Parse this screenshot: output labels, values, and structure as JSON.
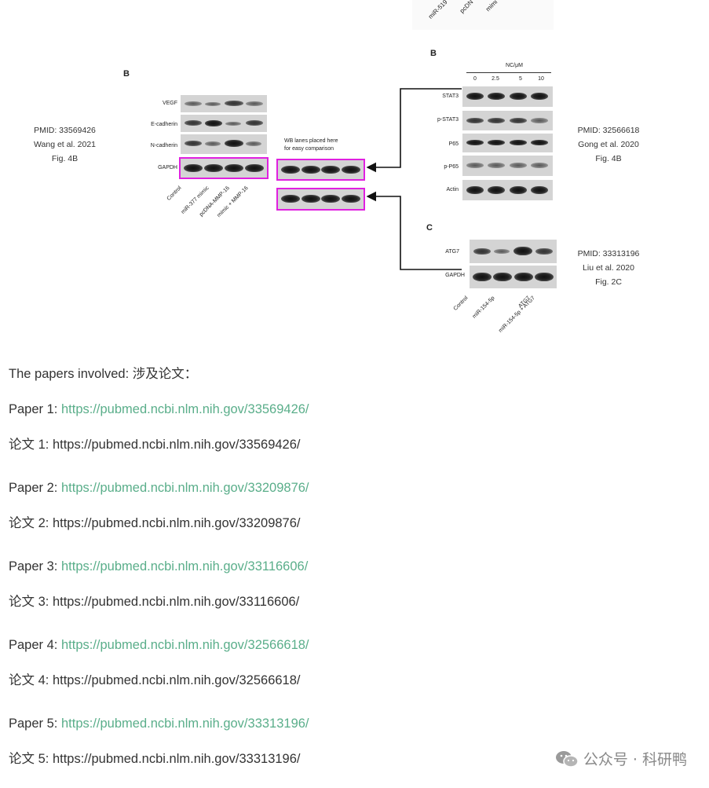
{
  "figure": {
    "top_fragment": {
      "labels": [
        "miR-519",
        "pcDN",
        "mimi"
      ]
    },
    "left_panel": {
      "letter": "B",
      "rows": [
        "VEGF",
        "E-cadherin",
        "N-cadherin",
        "GAPDH"
      ],
      "lanes": [
        "Control",
        "miR-377 mimic",
        "pcDNA-MMP-16",
        "mimic + MMP-16"
      ],
      "side": {
        "pmid": "PMID: 33569426",
        "author": "Wang et al. 2021",
        "fig": "Fig. 4B"
      }
    },
    "middle": {
      "note_line1": "WB lanes placed here",
      "note_line2": "for easy comparison"
    },
    "right_top_panel": {
      "letter": "B",
      "header": "NC/μM",
      "conc": [
        "0",
        "2.5",
        "5",
        "10"
      ],
      "rows": [
        "STAT3",
        "p-STAT3",
        "P65",
        "p-P65",
        "Actin"
      ],
      "side": {
        "pmid": "PMID: 32566618",
        "author": "Gong et al. 2020",
        "fig": "Fig. 4B"
      }
    },
    "right_bottom_panel": {
      "letter": "C",
      "rows": [
        "ATG7",
        "GAPDH"
      ],
      "lanes": [
        "Control",
        "miR-154-5p",
        "ATG7",
        "miR-154-5p + ATG7"
      ],
      "side": {
        "pmid": "PMID: 33313196",
        "author": "Liu et al. 2020",
        "fig": "Fig. 2C"
      }
    },
    "colors": {
      "highlight": "#e020e0",
      "link": "#5aae8a"
    }
  },
  "intro": "The papers involved:  涉及论文：",
  "papers": [
    {
      "en_label": "Paper 1: ",
      "url": "https://pubmed.ncbi.nlm.nih.gov/33569426/",
      "zh_label": "论文 1: ",
      "zh_url": "https://pubmed.ncbi.nlm.nih.gov/33569426/"
    },
    {
      "en_label": "Paper 2: ",
      "url": "https://pubmed.ncbi.nlm.nih.gov/33209876/",
      "zh_label": "论文 2: ",
      "zh_url": "https://pubmed.ncbi.nlm.nih.gov/33209876/"
    },
    {
      "en_label": "Paper 3: ",
      "url": "https://pubmed.ncbi.nlm.nih.gov/33116606/",
      "zh_label": "论文 3: ",
      "zh_url": "https://pubmed.ncbi.nlm.nih.gov/33116606/"
    },
    {
      "en_label": "Paper 4: ",
      "url": "https://pubmed.ncbi.nlm.nih.gov/32566618/",
      "zh_label": "论文 4: ",
      "zh_url": "https://pubmed.ncbi.nlm.nih.gov/32566618/"
    },
    {
      "en_label": "Paper 5: ",
      "url": "https://pubmed.ncbi.nlm.nih.gov/33313196/",
      "zh_label": "论文 5: ",
      "zh_url": "https://pubmed.ncbi.nlm.nih.gov/33313196/"
    }
  ],
  "watermark": {
    "icon": "wechat-icon",
    "text": "公众号 · 科研鸭"
  }
}
